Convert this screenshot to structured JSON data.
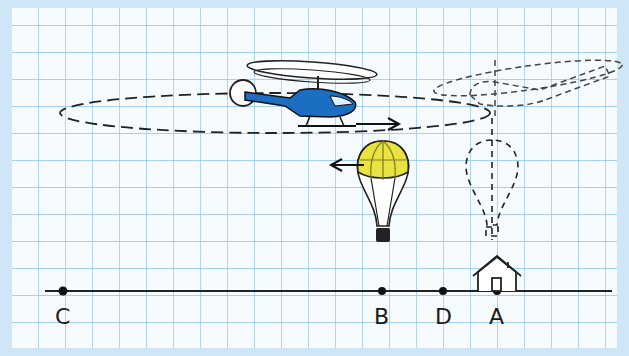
{
  "diagram": {
    "labels": [
      "C",
      "B",
      "D",
      "A"
    ]
  }
}
